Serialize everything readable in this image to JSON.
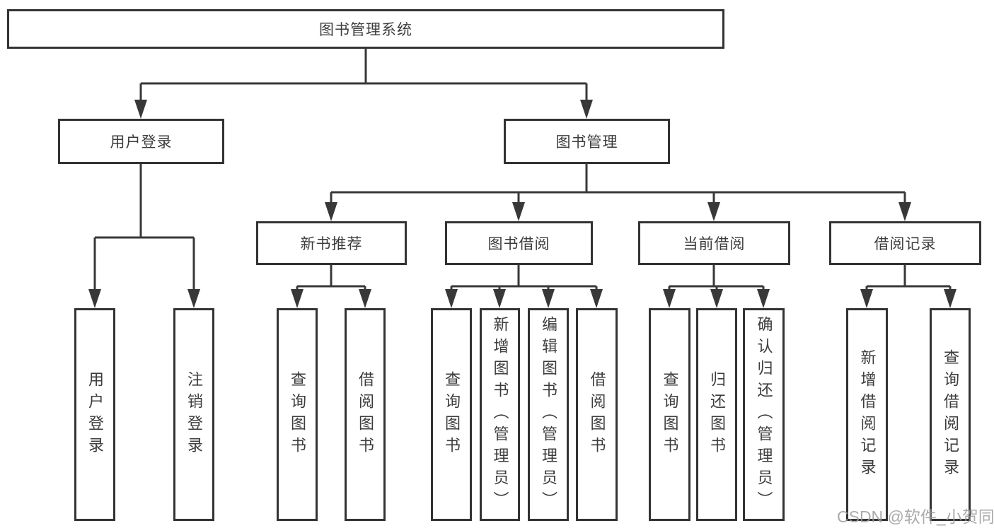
{
  "diagram": {
    "title": "图书管理系统",
    "root": {
      "label": "图书管理系统"
    },
    "branches": [
      {
        "label": "用户登录",
        "children": [
          {
            "label": "用户登录"
          },
          {
            "label": "注销登录"
          }
        ]
      },
      {
        "label": "图书管理",
        "children": [
          {
            "label": "新书推荐",
            "children": [
              {
                "label": "查询图书"
              },
              {
                "label": "借阅图书"
              }
            ]
          },
          {
            "label": "图书借阅",
            "children": [
              {
                "label": "查询图书"
              },
              {
                "label": "新增图书（管理员）"
              },
              {
                "label": "编辑图书（管理员）"
              },
              {
                "label": "借阅图书"
              }
            ]
          },
          {
            "label": "当前借阅",
            "children": [
              {
                "label": "查询图书"
              },
              {
                "label": "归还图书"
              },
              {
                "label": "确认归还（管理员）"
              }
            ]
          },
          {
            "label": "借阅记录",
            "children": [
              {
                "label": "新增借阅记录"
              },
              {
                "label": "查询借阅记录"
              }
            ]
          }
        ]
      }
    ]
  },
  "watermark": {
    "text": "CSDN @软件_小贺同学"
  },
  "colors": {
    "line": "#383838",
    "box_border": "#333333",
    "text": "#3c3c3c",
    "watermark": "#9d9d9d",
    "background": "#ffffff"
  }
}
